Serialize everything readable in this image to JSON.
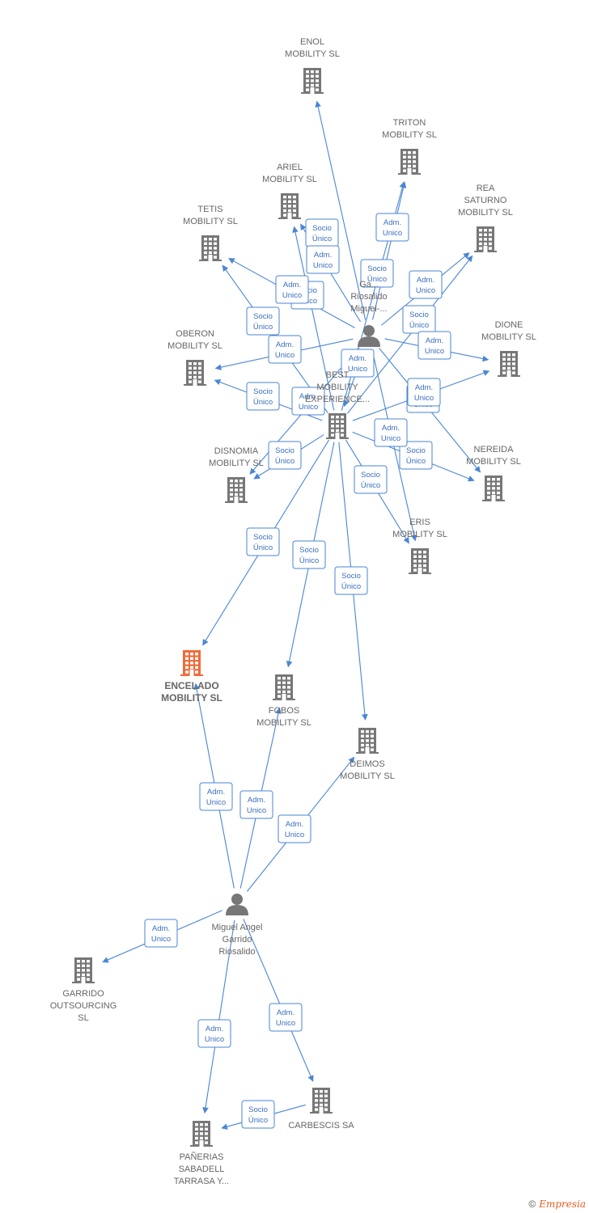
{
  "colors": {
    "edge": "#4a86d4",
    "building": "#777777",
    "highlight": "#f26a3a",
    "person": "#777777"
  },
  "nodes": [
    {
      "id": "enol",
      "type": "building",
      "lines": [
        "ENOL",
        "MOBILITY  SL"
      ]
    },
    {
      "id": "triton",
      "type": "building",
      "lines": [
        "TRITON",
        "MOBILITY  SL"
      ]
    },
    {
      "id": "ariel",
      "type": "building",
      "lines": [
        "ARIEL",
        "MOBILITY  SL"
      ]
    },
    {
      "id": "rea",
      "type": "building",
      "lines": [
        "REA",
        "SATURNO",
        "MOBILITY  SL"
      ]
    },
    {
      "id": "tetis",
      "type": "building",
      "lines": [
        "TETIS",
        "MOBILITY  SL"
      ]
    },
    {
      "id": "gpers",
      "type": "person",
      "lines": [
        "Ga...",
        "Riosalido",
        "Miguel-..."
      ]
    },
    {
      "id": "oberon",
      "type": "building",
      "lines": [
        "OBERON",
        "MOBILITY  SL"
      ]
    },
    {
      "id": "dione",
      "type": "building",
      "lines": [
        "DIONE",
        "MOBILITY  SL"
      ]
    },
    {
      "id": "best",
      "type": "building",
      "lines": [
        "BEST",
        "MOBILITY",
        "EXPERIENCE..."
      ]
    },
    {
      "id": "disnomia",
      "type": "building",
      "lines": [
        "DISNOMIA",
        "MOBILITY  SL"
      ]
    },
    {
      "id": "nereida",
      "type": "building",
      "lines": [
        "NEREIDA",
        "MOBILITY  SL"
      ]
    },
    {
      "id": "eris",
      "type": "building",
      "lines": [
        "ERIS",
        "MOBILITY  SL"
      ]
    },
    {
      "id": "encelado",
      "type": "building",
      "highlight": true,
      "lines": [
        "ENCELADO",
        "MOBILITY  SL"
      ]
    },
    {
      "id": "fobos",
      "type": "building",
      "lines": [
        "FOBOS",
        "MOBILITY  SL"
      ]
    },
    {
      "id": "deimos",
      "type": "building",
      "lines": [
        "DEIMOS",
        "MOBILITY  SL"
      ]
    },
    {
      "id": "miguel",
      "type": "person",
      "lines": [
        "Miguel Angel",
        "Garrido",
        "Riosalido"
      ]
    },
    {
      "id": "outsourcing",
      "type": "building",
      "lines": [
        "GARRIDO",
        "OUTSOURCING",
        "SL"
      ]
    },
    {
      "id": "panerias",
      "type": "building",
      "lines": [
        "PAÑERIAS",
        "SABADELL",
        "TARRASA Y..."
      ]
    },
    {
      "id": "carbescis",
      "type": "building",
      "lines": [
        "CARBESCIS SA"
      ]
    }
  ],
  "edges": [
    {
      "from": "gpers",
      "to": "enol",
      "label": [
        "Socio",
        "Único"
      ]
    },
    {
      "from": "gpers",
      "to": "triton",
      "label": [
        "Adm.",
        "Unico"
      ]
    },
    {
      "from": "best",
      "to": "triton",
      "label": [
        "Socio",
        "Único"
      ]
    },
    {
      "from": "gpers",
      "to": "ariel",
      "label": [
        "Adm.",
        "Unico"
      ]
    },
    {
      "from": "best",
      "to": "ariel",
      "label": [
        "Socio",
        "Único"
      ]
    },
    {
      "from": "gpers",
      "to": "rea",
      "label": [
        "Adm.",
        "Unico"
      ]
    },
    {
      "from": "best",
      "to": "rea",
      "label": [
        "Socio",
        "Único"
      ]
    },
    {
      "from": "gpers",
      "to": "tetis",
      "label": [
        "Adm.",
        "Unico"
      ]
    },
    {
      "from": "best",
      "to": "tetis",
      "label": [
        "Socio",
        "Único"
      ]
    },
    {
      "from": "gpers",
      "to": "oberon",
      "label": [
        "Adm.",
        "Unico"
      ]
    },
    {
      "from": "best",
      "to": "oberon",
      "label": [
        "Socio",
        "Único"
      ]
    },
    {
      "from": "gpers",
      "to": "dione",
      "label": [
        "Adm.",
        "Unico"
      ]
    },
    {
      "from": "best",
      "to": "dione",
      "label": [
        "Adm.",
        "Unico"
      ]
    },
    {
      "from": "gpers",
      "to": "best",
      "label": [
        "Adm.",
        "Unico"
      ]
    },
    {
      "from": "best",
      "to": "disnomia",
      "label": [
        "Socio",
        "Único"
      ]
    },
    {
      "from": "gpers",
      "to": "disnomia",
      "label": [
        "Adm.",
        "Unico"
      ]
    },
    {
      "from": "gpers",
      "to": "nereida",
      "label": [
        "Adm.",
        "Unico"
      ]
    },
    {
      "from": "best",
      "to": "nereida",
      "label": [
        "Socio",
        "Único"
      ]
    },
    {
      "from": "best",
      "to": "eris",
      "label": [
        "Socio",
        "Único"
      ]
    },
    {
      "from": "gpers",
      "to": "eris",
      "label": [
        "Adm.",
        "Unico"
      ]
    },
    {
      "from": "best",
      "to": "encelado",
      "label": [
        "Socio",
        "Único"
      ]
    },
    {
      "from": "best",
      "to": "fobos",
      "label": [
        "Socio",
        "Único"
      ]
    },
    {
      "from": "best",
      "to": "deimos",
      "label": [
        "Socio",
        "Único"
      ]
    },
    {
      "from": "miguel",
      "to": "encelado",
      "label": [
        "Adm.",
        "Unico"
      ]
    },
    {
      "from": "miguel",
      "to": "fobos",
      "label": [
        "Adm.",
        "Unico"
      ]
    },
    {
      "from": "miguel",
      "to": "deimos",
      "label": [
        "Adm.",
        "Unico"
      ]
    },
    {
      "from": "miguel",
      "to": "outsourcing",
      "label": [
        "Adm.",
        "Unico"
      ]
    },
    {
      "from": "miguel",
      "to": "panerias",
      "label": [
        "Adm.",
        "Unico"
      ]
    },
    {
      "from": "miguel",
      "to": "carbescis",
      "label": [
        "Adm.",
        "Unico"
      ]
    },
    {
      "from": "carbescis",
      "to": "panerias",
      "label": [
        "Socio",
        "Único"
      ]
    }
  ],
  "footer": {
    "copyright": "©",
    "brand": "Empresia"
  }
}
